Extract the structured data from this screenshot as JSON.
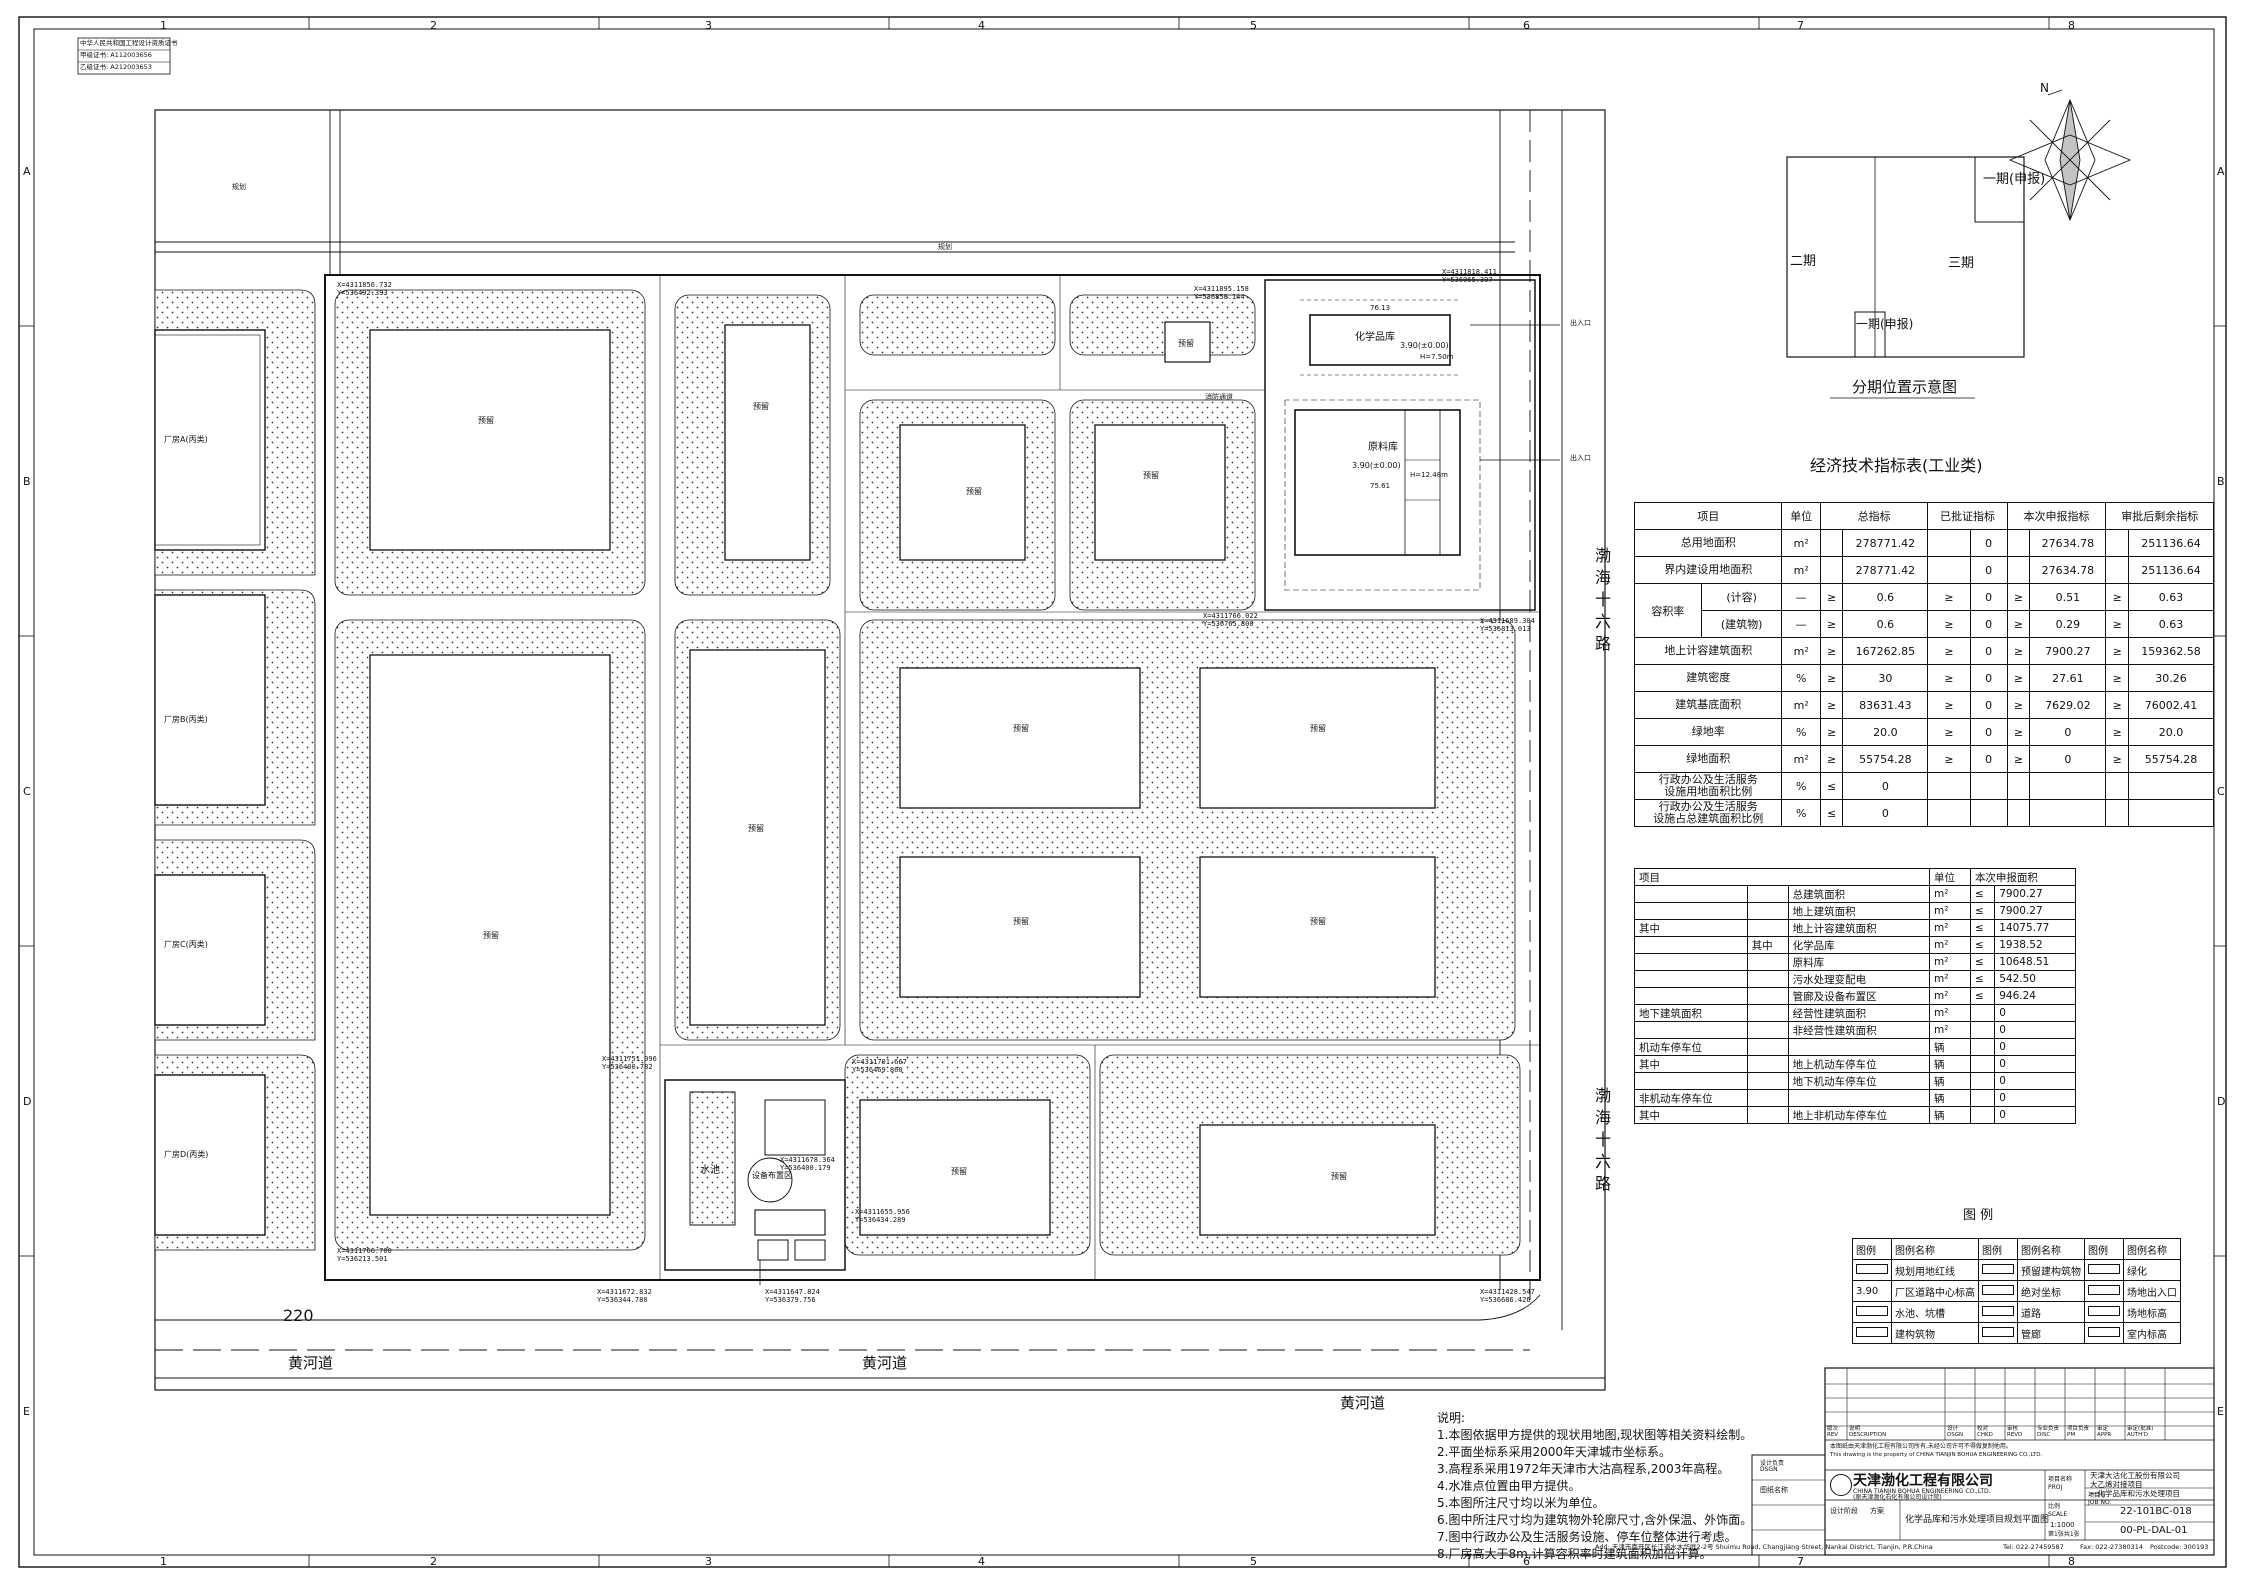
{
  "frame": {
    "col_numbers": [
      "1",
      "2",
      "3",
      "4",
      "5",
      "6",
      "7",
      "8"
    ],
    "row_letters": [
      "A",
      "B",
      "C",
      "D",
      "E"
    ],
    "stamp": [
      "中华人民共和国工程设计资质证书",
      "甲级证书: A112003656",
      "乙级证书: A212003653"
    ]
  },
  "roads": {
    "north_label": "规划",
    "east_road": [
      "渤",
      "海",
      "十",
      "六",
      "路"
    ],
    "south_road_1": "黄河道",
    "south_road_2": "黄河道",
    "south_road_3": "黄河道",
    "road_number": "220"
  },
  "plan_labels": {
    "reserve": "预留",
    "factory_a": "厂房A(丙类)",
    "factory_b": "厂房B(丙类)",
    "factory_c": "厂房C(丙类)",
    "factory_d": "厂房D(丙类)",
    "chemical_store": "化学品库",
    "raw_store": "原料库",
    "water_pool": "水池",
    "equipment": "设备布置区",
    "chem_elev": "3.90(±0.00)",
    "raw_elev": "3.90(±0.00)",
    "dim_chem": "76.13",
    "dim_raw": "75.61",
    "height_chem": "H=7.50m",
    "height_raw": "H=12.48m",
    "fire_lane": "消防通道",
    "entrance": "出入口"
  },
  "coords": [
    "X=4311856.732\nY=536492.393",
    "X=4311895.158\nY=536858.144",
    "X=4311818.411\nY=536965.397",
    "X=4311766.022\nY=536765.800",
    "X=4311689.304\nY=536813.013",
    "X=4311751.096\nY=536400.782",
    "X=4311701.667\nY=536469.860",
    "X=4311655.956\nY=536434.289",
    "X=4311678.364\nY=536400.179",
    "X=4311766.700\nY=536213.501",
    "X=4311672.832\nY=536344.780",
    "X=4311647.824\nY=536379.756",
    "X=4311428.547\nY=536686.426"
  ],
  "phase_diagram": {
    "title": "分期位置示意图",
    "phase1": "一期(申报)",
    "phase2": "二期",
    "phase3": "三期",
    "phase1b": "一期(申报)"
  },
  "econ_table": {
    "title": "经济技术指标表(工业类)",
    "headers": [
      "项目",
      "单位",
      "总指标",
      "已批证指标",
      "本次申报指标",
      "审批后剩余指标"
    ],
    "rows": [
      {
        "name": "总用地面积",
        "unit": "m²",
        "total": "278771.42",
        "approved": "0",
        "current": "27634.78",
        "remain": "251136.64"
      },
      {
        "name": "界内建设用地面积",
        "unit": "m²",
        "total": "278771.42",
        "approved": "0",
        "current": "27634.78",
        "remain": "251136.64"
      },
      {
        "name": "容积率",
        "sub": "(计容)",
        "unit": "—",
        "op1": "≥",
        "total": "0.6",
        "op2": "≥",
        "approved": "0",
        "op3": "≥",
        "current": "0.51",
        "op4": "≥",
        "remain": "0.63"
      },
      {
        "name": "",
        "sub": "(建筑物)",
        "unit": "—",
        "op1": "≥",
        "total": "0.6",
        "op2": "≥",
        "approved": "0",
        "op3": "≥",
        "current": "0.29",
        "op4": "≥",
        "remain": "0.63"
      },
      {
        "name": "地上计容建筑面积",
        "unit": "m²",
        "op1": "≥",
        "total": "167262.85",
        "op2": "≥",
        "approved": "0",
        "op3": "≥",
        "current": "7900.27",
        "op4": "≥",
        "remain": "159362.58"
      },
      {
        "name": "建筑密度",
        "unit": "%",
        "op1": "≥",
        "total": "30",
        "op2": "≥",
        "approved": "0",
        "op3": "≥",
        "current": "27.61",
        "op4": "≥",
        "remain": "30.26"
      },
      {
        "name": "建筑基底面积",
        "unit": "m²",
        "op1": "≥",
        "total": "83631.43",
        "op2": "≥",
        "approved": "0",
        "op3": "≥",
        "current": "7629.02",
        "op4": "≥",
        "remain": "76002.41"
      },
      {
        "name": "绿地率",
        "unit": "%",
        "op1": "≥",
        "total": "20.0",
        "op2": "≥",
        "approved": "0",
        "op3": "≥",
        "current": "0",
        "op4": "≥",
        "remain": "20.0"
      },
      {
        "name": "绿地面积",
        "unit": "m²",
        "op1": "≥",
        "total": "55754.28",
        "op2": "≥",
        "approved": "0",
        "op3": "≥",
        "current": "0",
        "op4": "≥",
        "remain": "55754.28"
      },
      {
        "name": "行政办公及生活服务\n设施用地面积比例",
        "unit": "%",
        "op1": "≤",
        "total": "0"
      },
      {
        "name": "行政办公及生活服务\n设施占总建筑面积比例",
        "unit": "%",
        "op1": "≤",
        "total": "0"
      }
    ]
  },
  "bd_table": {
    "headers": [
      "项目",
      "单位",
      "本次申报面积"
    ],
    "rows": [
      {
        "c1": "总建筑面积",
        "unit": "m²",
        "op": "≤",
        "val": "7900.27"
      },
      {
        "c1": "地上建筑面积",
        "unit": "m²",
        "op": "≤",
        "val": "7900.27"
      },
      {
        "g": "其中",
        "c1": "地上计容建筑面积",
        "unit": "m²",
        "op": "≤",
        "val": "14075.77"
      },
      {
        "g2": "其中",
        "c2": "化学品库",
        "unit": "m²",
        "op": "≤",
        "val": "1938.52"
      },
      {
        "c2": "原料库",
        "unit": "m²",
        "op": "≤",
        "val": "10648.51"
      },
      {
        "c2": "污水处理变配电",
        "unit": "m²",
        "op": "≤",
        "val": "542.50"
      },
      {
        "c2": "管廊及设备布置区",
        "unit": "m²",
        "op": "≤",
        "val": "946.24"
      },
      {
        "g": "地下建筑面积",
        "c1": "经营性建筑面积",
        "unit": "m²",
        "val": "0"
      },
      {
        "c1": "非经营性建筑面积",
        "unit": "m²",
        "val": "0"
      },
      {
        "g": "机动车停车位",
        "unit": "辆",
        "val": "0"
      },
      {
        "g": "其中",
        "c1": "地上机动车停车位",
        "unit": "辆",
        "val": "0"
      },
      {
        "c1": "地下机动车停车位",
        "unit": "辆",
        "val": "0"
      },
      {
        "g": "非机动车停车位",
        "unit": "辆",
        "val": "0"
      },
      {
        "g": "其中",
        "c1": "地上非机动车停车位",
        "unit": "辆",
        "val": "0"
      }
    ]
  },
  "legend": {
    "title": "图 例",
    "headers": [
      "图例",
      "图例名称",
      "图例",
      "图例名称",
      "图例",
      "图例名称"
    ],
    "rows": [
      [
        "",
        "规划用地红线",
        "",
        "预留建构筑物",
        "",
        "绿化"
      ],
      [
        "3.90",
        "厂区道路中心标高",
        "",
        "绝对坐标",
        "",
        "场地出入口"
      ],
      [
        "",
        "水池、坑槽",
        "",
        "道路",
        "",
        "场地标高"
      ],
      [
        "",
        "建构筑物",
        "",
        "管廊",
        "",
        "室内标高"
      ]
    ]
  },
  "notes": {
    "title": "说明:",
    "items": [
      "1.本图依据甲方提供的现状用地图,现状图等相关资料绘制。",
      "2.平面坐标系采用2000年天津城市坐标系。",
      "3.高程系采用1972年天津市大沽高程系,2003年高程。",
      "4.水准点位置由甲方提供。",
      "5.本图所注尺寸均以米为单位。",
      "6.图中所注尺寸均为建筑物外轮廓尺寸,含外保温、外饰面。",
      "7.图中行政办公及生活服务设施、停车位整体进行考虑。",
      "8.厂房高大于8m,计算容积率时建筑面积加倍计算。"
    ]
  },
  "title_block": {
    "rev_headers": [
      "版次\nREV",
      "说明\nDESCRIPTION",
      "设计\nDSGN",
      "校对\nCHKD",
      "审核\nREVD",
      "专业负责\nDISC",
      "项目负责\nPM",
      "审定\nAPPR",
      "审定(批准)\nAUTH'D"
    ],
    "company_cn": "天津渤化工程有限公司",
    "company_en": "CHINA TIANJIN BOHUA ENGINEERING CO.,LTD.",
    "company_sub": "(原天津渤化石化有限公司设计院)",
    "copyright": "本图纸由天津渤化工程有限公司所有,未经公司许可不得做复制他用。",
    "copyright_en": "This drawing is the property of CHINA TIANJIN BOHUA ENGINEERING CO.,LTD.",
    "project_label": "项目名称\nPROJ",
    "project": "天津大沽化工股份有限公司\n大乙烯对接项目\n—化学品库和污水处理项目",
    "drawing_title": "化学品库和污水处理项目规划平面图",
    "job_label": "项目号\nJOB NO.",
    "job_no": "22-101BC-018",
    "drawing_no": "00-PL-DAL-01",
    "stage_label": "设计阶段",
    "stage": "方案",
    "scale_label": "比例\nSCALE",
    "scale": "1:1000",
    "sheet_label": "第1张共1张",
    "contents_label": "图纸名称",
    "sign_label": "设计负责\nDSGN",
    "address": "Add: 天津市南开区长江道水木华庭2-2号 Shuimu Road, Changjiang Street, Nankai District, Tianjin, P.R.China",
    "tel": "Tel: 022-27459587",
    "fax": "Fax: 022-27380314",
    "postcode": "Postcode: 300193"
  },
  "compass": {
    "label": "N"
  }
}
